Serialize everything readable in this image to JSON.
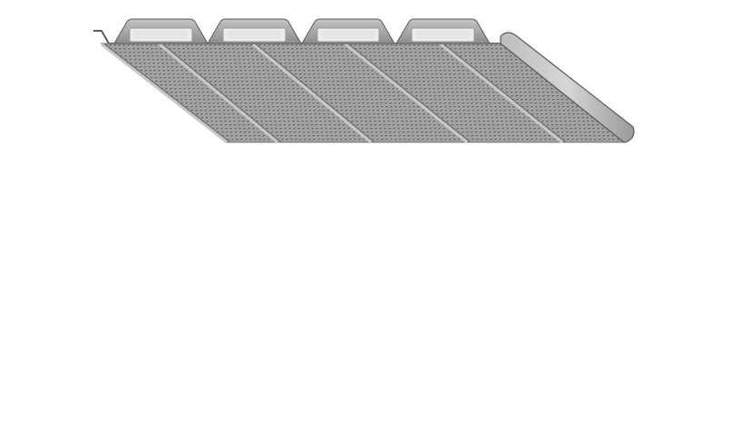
{
  "image": {
    "subject": "perforated-panel",
    "colors": {
      "background": "#ffffff",
      "panel_face": "#a3a3a3",
      "panel_dark": "#6f6f6f",
      "panel_light": "#c9c9c9",
      "perforation": "#555555",
      "insert_light": "#ececec",
      "outline": "#5a5a5a"
    },
    "rib_count": 4,
    "strip_count": 5
  }
}
